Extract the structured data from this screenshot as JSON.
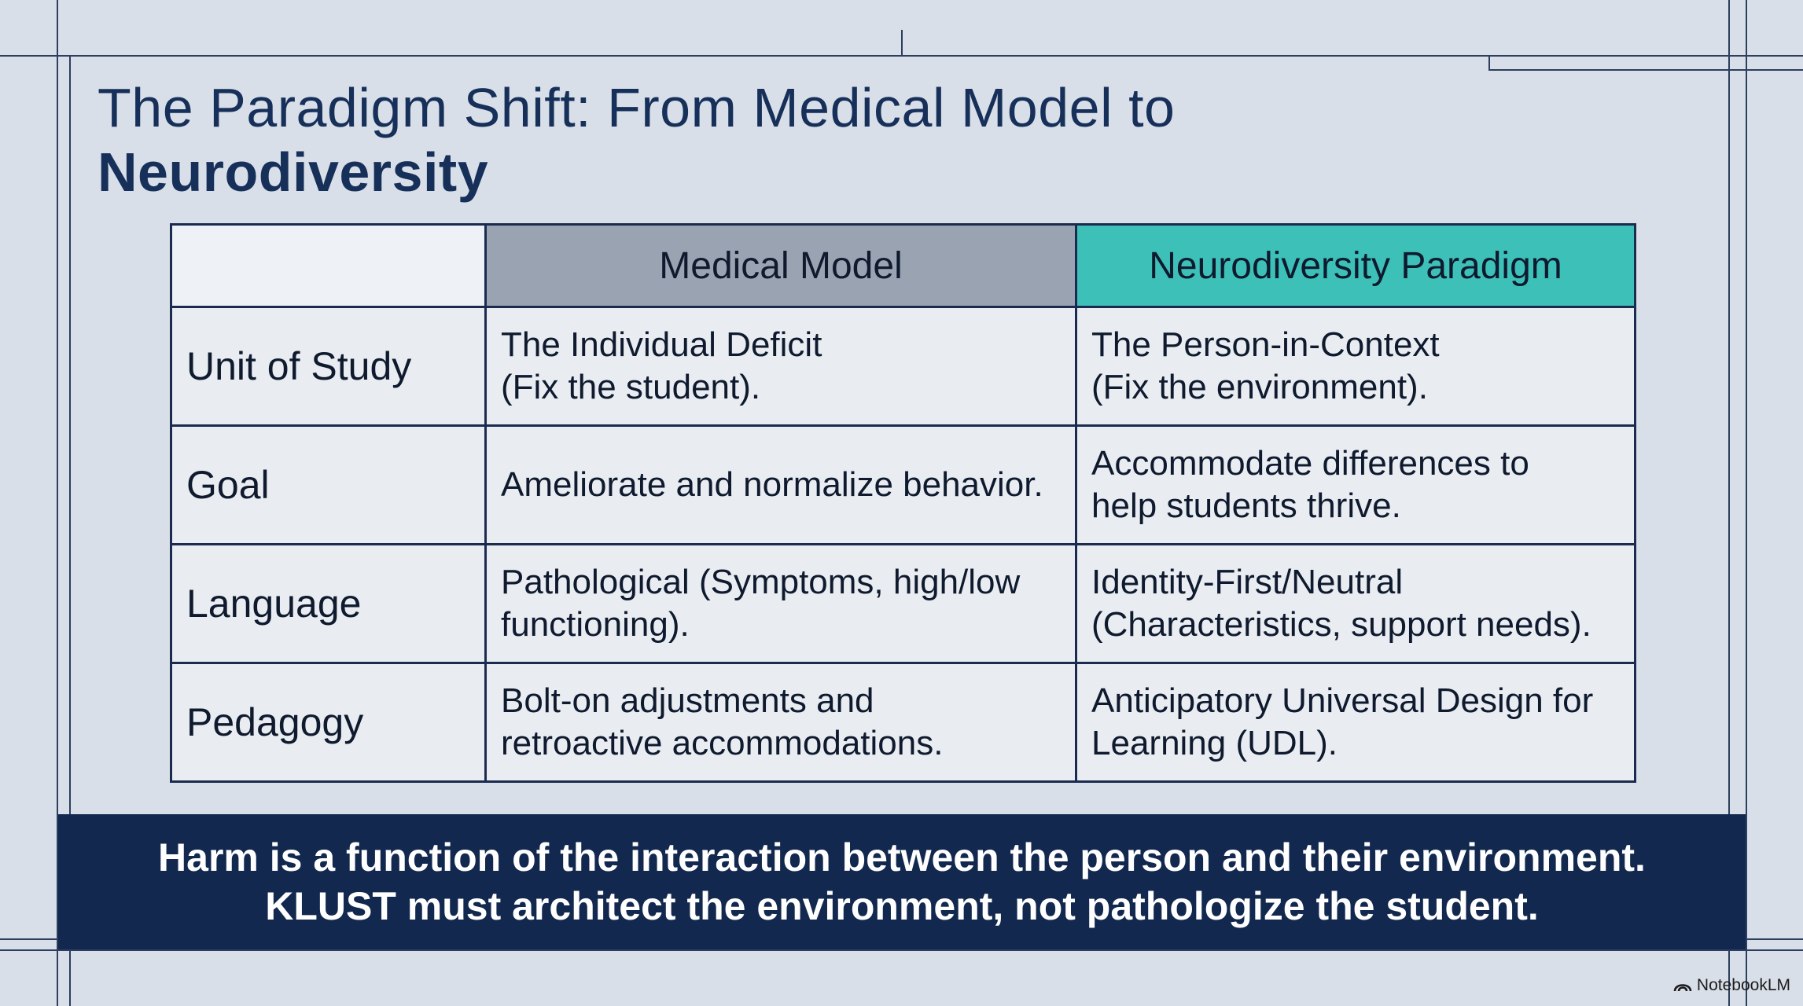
{
  "slide": {
    "title_light": "The Paradigm Shift: From Medical Model to",
    "title_bold": "Neurodiversity"
  },
  "table": {
    "header_blank": "",
    "header_medical": "Medical Model",
    "header_neuro": "Neurodiversity Paradigm",
    "rows": [
      {
        "label": "Unit of Study",
        "medical": "The Individual Deficit\n(Fix the student).",
        "neuro": "The Person-in-Context\n(Fix the environment)."
      },
      {
        "label": "Goal",
        "medical": "Ameliorate and normalize behavior.",
        "neuro": "Accommodate differences to\nhelp students thrive."
      },
      {
        "label": "Language",
        "medical": "Pathological (Symptoms, high/low\nfunctioning).",
        "neuro": "Identity-First/Neutral\n(Characteristics, support needs)."
      },
      {
        "label": "Pedagogy",
        "medical": "Bolt-on adjustments and\nretroactive accommodations.",
        "neuro": "Anticipatory Universal Design for\nLearning (UDL)."
      }
    ]
  },
  "banner": {
    "line1": "Harm is a function of the interaction between the person and their environment.",
    "line2": "KLUST must architect the environment, not pathologize the student."
  },
  "watermark": {
    "icon": "notebooklm-logo-icon",
    "text": "NotebookLM"
  },
  "colors": {
    "background": "#d8dfe8",
    "title": "#17305a",
    "medical_header": "#9aa3b2",
    "neuro_header": "#3cc0b8",
    "banner": "#12284f"
  }
}
